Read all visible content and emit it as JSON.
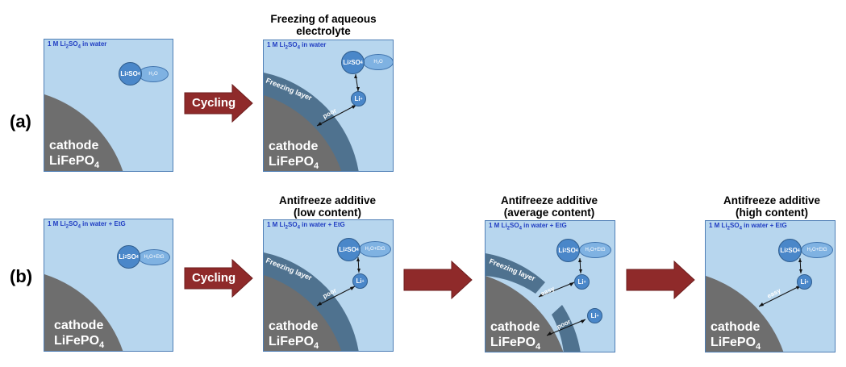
{
  "row_labels": {
    "a": "(a)",
    "b": "(b)"
  },
  "arrow_label": "Cycling",
  "captions": {
    "freezing": [
      "Freezing of aqueous",
      "electrolyte"
    ],
    "low": [
      "Antifreeze additive",
      "(low content)"
    ],
    "average": [
      "Antifreeze additive",
      "(average content)"
    ],
    "high": [
      "Antifreeze additive",
      "(high content)"
    ]
  },
  "electrolyte": {
    "water": {
      "pre": "1 M Li",
      "sub": "2",
      "mid": "SO",
      "sub2": "4",
      "post": " in water"
    },
    "water_etg": {
      "pre": "1 M Li",
      "sub": "2",
      "mid": "SO",
      "sub2": "4",
      "post": " in water + EtG"
    }
  },
  "cathode": {
    "line1": "cathode",
    "line2_pre": "LiFePO",
    "line2_sub": "4"
  },
  "molecules": {
    "salt_pre": "Li",
    "salt_sub": "2",
    "salt_mid": "SO",
    "salt_sub2": "4",
    "water_pre": "H",
    "water_sub": "2",
    "water_post": "O",
    "water_etg_post": "O+EtG",
    "li": "Li",
    "li_sup": "+"
  },
  "annotations": {
    "freezing_layer": "Freezing layer",
    "poor": "poor",
    "easy": "easy"
  },
  "colors": {
    "panel": "#b7d6ee",
    "cathode": "#6e6e6e",
    "freezing_layer": "#4f728f",
    "arrow": "#8f2a2a",
    "ion": "#4a87c9",
    "label_text": "#1f3cc2"
  }
}
